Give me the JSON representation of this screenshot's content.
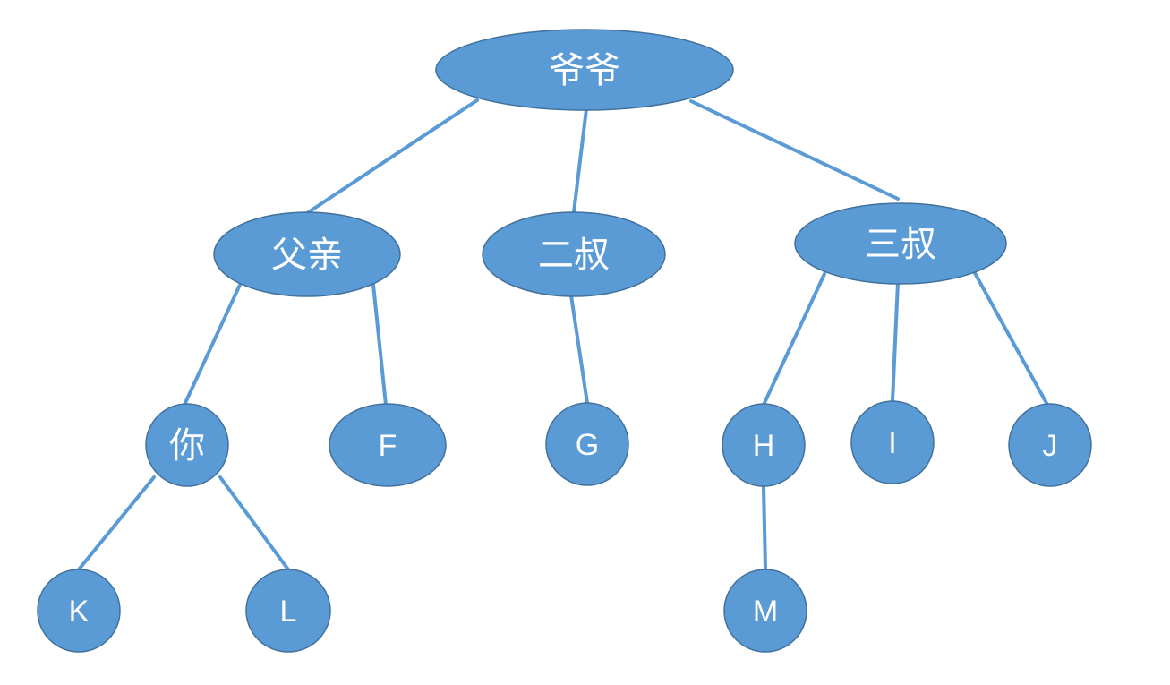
{
  "diagram": {
    "type": "family-tree",
    "colors": {
      "node_fill": "#5b9bd5",
      "node_stroke": "#41719c",
      "edge": "#5b9bd5",
      "label": "#ffffff"
    },
    "nodes": [
      {
        "id": "grandpa",
        "label": "爷爷"
      },
      {
        "id": "father",
        "label": "父亲"
      },
      {
        "id": "uncle2",
        "label": "二叔"
      },
      {
        "id": "uncle3",
        "label": "三叔"
      },
      {
        "id": "you",
        "label": "你"
      },
      {
        "id": "F",
        "label": "F"
      },
      {
        "id": "G",
        "label": "G"
      },
      {
        "id": "H",
        "label": "H"
      },
      {
        "id": "I",
        "label": "I"
      },
      {
        "id": "J",
        "label": "J"
      },
      {
        "id": "K",
        "label": "K"
      },
      {
        "id": "L",
        "label": "L"
      },
      {
        "id": "M",
        "label": "M"
      }
    ],
    "edges": [
      {
        "from": "grandpa",
        "to": "father"
      },
      {
        "from": "grandpa",
        "to": "uncle2"
      },
      {
        "from": "grandpa",
        "to": "uncle3"
      },
      {
        "from": "father",
        "to": "you"
      },
      {
        "from": "father",
        "to": "F"
      },
      {
        "from": "uncle2",
        "to": "G"
      },
      {
        "from": "uncle3",
        "to": "H"
      },
      {
        "from": "uncle3",
        "to": "I"
      },
      {
        "from": "uncle3",
        "to": "J"
      },
      {
        "from": "you",
        "to": "K"
      },
      {
        "from": "you",
        "to": "L"
      },
      {
        "from": "H",
        "to": "M"
      }
    ]
  }
}
